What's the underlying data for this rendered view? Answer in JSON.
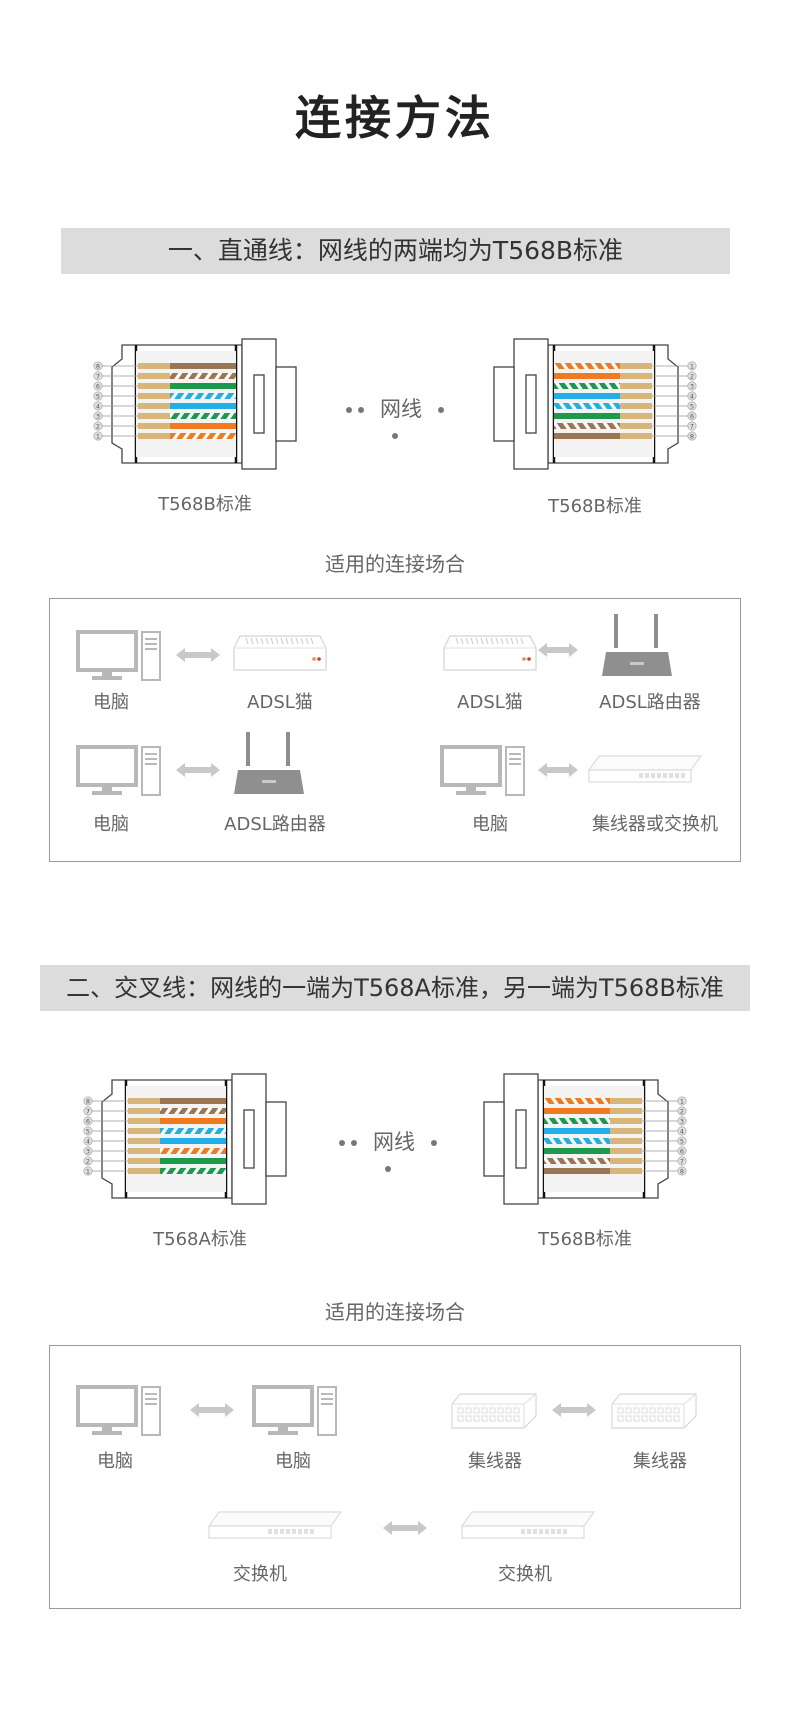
{
  "page_title": "连接方法",
  "section1": {
    "heading": "一、直通线：网线的两端均为T568B标准",
    "left_standard": "T568B标准",
    "right_standard": "T568B标准",
    "cable_label": "网线",
    "scenes_title": "适用的连接场合",
    "scenes": {
      "row1_left_a": "电脑",
      "row1_left_b": "ADSL猫",
      "row1_right_a": "ADSL猫",
      "row1_right_b": "ADSL路由器",
      "row2_left_a": "电脑",
      "row2_left_b": "ADSL路由器",
      "row2_right_a": "电脑",
      "row2_right_b": "集线器或交换机"
    }
  },
  "section2": {
    "heading": "二、交叉线：网线的一端为T568A标准，另一端为T568B标准",
    "left_standard": "T568A标准",
    "right_standard": "T568B标准",
    "cable_label": "网线",
    "scenes_title": "适用的连接场合",
    "scenes": {
      "row1_a": "电脑",
      "row1_b": "电脑",
      "row1_c": "集线器",
      "row1_d": "集线器",
      "row2_a": "交换机",
      "row2_b": "交换机"
    }
  },
  "pin_numbers": [
    "1",
    "2",
    "3",
    "4",
    "5",
    "6",
    "7",
    "8"
  ],
  "colors": {
    "orange": "#f07a1e",
    "green": "#1a9a4a",
    "blue": "#22aee6",
    "brown": "#9b7654",
    "tan": "#d8b67a",
    "gray_icon": "#b8b8b8",
    "heading_bar": "#dcdcdc"
  }
}
